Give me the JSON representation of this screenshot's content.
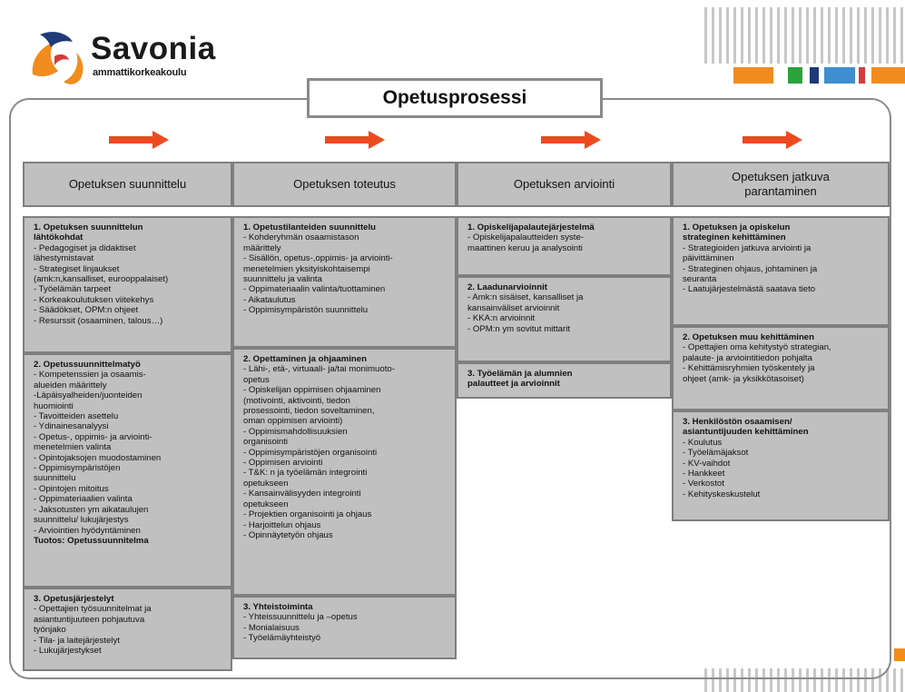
{
  "logo": {
    "name": "Savonia",
    "sub": "ammattikorkeakoulu"
  },
  "colors": {
    "background": "#ffffff",
    "box_fill": "#c0c0c0",
    "box_border": "#7f7f7f",
    "frame_border": "#8a8a8a",
    "arrow": "#ee4a1f",
    "logo_orange": "#f28c1e",
    "logo_navy": "#1f3a78",
    "deco_bars": [
      "#f28c1e",
      "#2aa33a",
      "#1f3a78",
      "#3f8fd0",
      "#d83a3a",
      "#f28c1e"
    ]
  },
  "title": "Opetusprosessi",
  "columns": [
    {
      "header": "Opetuksen suunnittelu",
      "boxes": [
        {
          "title": "1. Opetuksen suunnittelun\nlähtökohdat",
          "items": [
            "- Pedagogiset ja didaktiset\n  lähestymistavat",
            "- Strategiset linjaukset\n  (amk:n,kansalliset, eurooppalaiset)",
            "- Työelämän tarpeet",
            "- Korkeakoulutuksen viitekehys",
            "- Säädökset, OPM:n ohjeet",
            "- Resurssit (osaaminen, talous…)"
          ],
          "footer": ""
        },
        {
          "title": "2. Opetussuunnittelmatyö",
          "items": [
            "- Kompetenssien ja osaamis-\n  alueiden määrittely",
            "-Läpäisyalheiden/juonteiden\n  huomiointi",
            "- Tavoitteiden asettelu",
            "- Ydinainesanalyysi",
            "- Opetus-, oppimis- ja arviointi-\n  menetelmien valinta",
            "- Opintojaksojen muodostaminen",
            "- Oppimisympäristöjen\n  suunnittelu",
            "- Opintojen mitoitus",
            "- Oppimateriaalien valinta",
            "- Jaksotusten ym aikataulujen\n  suunnittelu/ lukujärjestys",
            "- Arviointien hyödyntäminen"
          ],
          "footer": "Tuotos: Opetussuunnitelma"
        },
        {
          "title": "3. Opetusjärjestelyt",
          "items": [
            "- Opettajien työsuunnitelmat ja\n  asiantuntijuuteen pohjautuva\n  työnjako",
            "- Tila- ja laitejärjestelyt",
            "- Lukujärjestykset"
          ],
          "footer": ""
        }
      ]
    },
    {
      "header": "Opetuksen toteutus",
      "boxes": [
        {
          "title": "1. Opetustilanteiden suunnittelu",
          "items": [
            "- Kohderyhmän osaamistason\n  määrittely",
            "- Sisällön, opetus-,oppimis- ja arviointi-\n  menetelmien yksityiskohtaisempi\n  suunnittelu ja valinta",
            "- Oppimateriaalin valinta/tuottaminen",
            "- Aikataulutus",
            "- Oppimisympäristön suunnittelu"
          ],
          "footer": ""
        },
        {
          "title": "2. Opettaminen ja ohjaaminen",
          "items": [
            "- Lähi-, etä-, virtuaali- ja/tai monimuoto-\n  opetus",
            "- Opiskelijan oppimisen ohjaaminen\n  (motivointi, aktivointi, tiedon\n  prosessointi, tiedon soveltaminen,\n  oman oppimisen arviointi)",
            "- Oppimismahdollisuuksien\n  organisointi",
            "- Oppimisympäristöjen organisointi",
            "- Oppimisen arviointi",
            "- T&K: n ja työelämän integrointi\n  opetukseen",
            "- Kansainvälisyyden integrointi\n  opetukseen",
            "- Projektien organisointi ja ohjaus",
            "- Harjoittelun ohjaus",
            "- Opinnäytetyön ohjaus"
          ],
          "footer": ""
        },
        {
          "title": "3. Yhteistoiminta",
          "items": [
            "- Yhteissuunnittelu ja –opetus",
            "- Monialaisuus",
            "- Työelämäyhteistyö"
          ],
          "footer": ""
        }
      ]
    },
    {
      "header": "Opetuksen arviointi",
      "boxes": [
        {
          "title": "1. Opiskelijapalautejärjestelmä",
          "items": [
            "- Opiskelijapalautteiden syste-\n  maattinen keruu ja analysointi"
          ],
          "footer": ""
        },
        {
          "title": "2. Laadunarvioinnit",
          "items": [
            "- Amk:n sisäiset, kansalliset ja\n  kansainväliset arvioinnit",
            "- KKA:n arvioinnit",
            "- OPM:n ym sovitut mittarit"
          ],
          "footer": ""
        },
        {
          "title": "3. Työelämän ja alumnien\npalautteet ja  arvioinnit",
          "items": [],
          "footer": ""
        }
      ]
    },
    {
      "header": "Opetuksen jatkuva\nparantaminen",
      "boxes": [
        {
          "title": "1.  Opetuksen ja opiskelun\n     strateginen kehittäminen",
          "items": [
            "- Strategioiden jatkuva arviointi ja\n  päivittäminen",
            "- Strateginen ohjaus,  johtaminen ja\n  seuranta",
            "- Laatujärjestelmästä saatava tieto"
          ],
          "footer": ""
        },
        {
          "title": "2.  Opetuksen  muu kehittäminen",
          "items": [
            "- Opettajien oma kehitystyö strategian,\n  palaute-   ja arviointitiedon pohjalta",
            "- Kehittämisryhmien työskentely ja\n  ohjeet (amk- ja yksikkötasoiset)"
          ],
          "footer": ""
        },
        {
          "title": "3. Henkilöstön osaamisen/\nasiantuntijuuden kehittäminen",
          "items": [
            "- Koulutus",
            "- Työelämäjaksot",
            "- KV-vaihdot",
            "- Hankkeet",
            "- Verkostot",
            "- Kehityskeskustelut"
          ],
          "footer": ""
        }
      ]
    }
  ]
}
